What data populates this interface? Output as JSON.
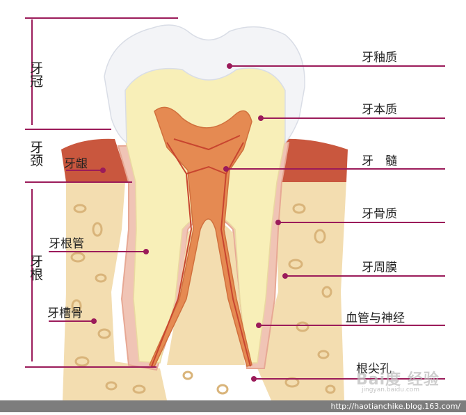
{
  "colors": {
    "leader": "#9b1b5a",
    "enamel": "#f3f4f7",
    "dentin": "#f8efb8",
    "pulp": "#e58a52",
    "bone": "#f3ddb0",
    "bone_pore": "#e2c08a",
    "gum": "#c9573e",
    "nerve": "#c8452f"
  },
  "regions": {
    "crown": "牙冠",
    "neck": "牙颈",
    "root": "牙根"
  },
  "labels_left": {
    "gum": "牙龈",
    "root_canal": "牙根管",
    "alveolar_bone": "牙槽骨"
  },
  "labels_right": {
    "enamel": "牙釉质",
    "dentin": "牙本质",
    "pulp": "牙　髓",
    "cementum": "牙骨质",
    "periodontium": "牙周膜",
    "vessels_nerves": "血管与神经",
    "apical_foramen": "根尖孔"
  },
  "watermark": {
    "main": "Bai度 经验",
    "sub": "jingyan.baidu.com"
  },
  "footer_url": "http://haotianchike.blog.163.com/"
}
